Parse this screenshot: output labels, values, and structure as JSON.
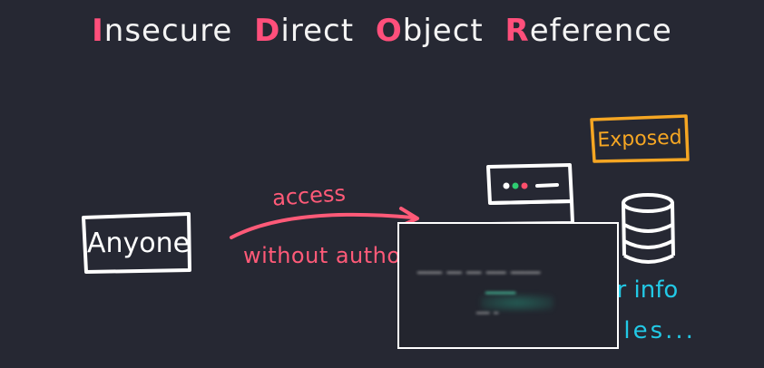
{
  "title": {
    "words": [
      {
        "cap": "I",
        "rest": "nsecure"
      },
      {
        "cap": "D",
        "rest": "irect"
      },
      {
        "cap": "O",
        "rest": "bject"
      },
      {
        "cap": "R",
        "rest": "eference"
      }
    ]
  },
  "nodes": {
    "anyone": "Anyone",
    "exposed": "Exposed"
  },
  "edges": {
    "access": "access",
    "without": "without author"
  },
  "labels": {
    "user_info": "ser info",
    "files": "files..."
  },
  "colors": {
    "background": "#262833",
    "title_accent": "#ff4f7b",
    "arrow": "#ff5a78",
    "exposed": "#f5a623",
    "cyan": "#22c9e6",
    "server_dot_green": "#2ecc71",
    "server_dot_red": "#ff4f6b"
  }
}
